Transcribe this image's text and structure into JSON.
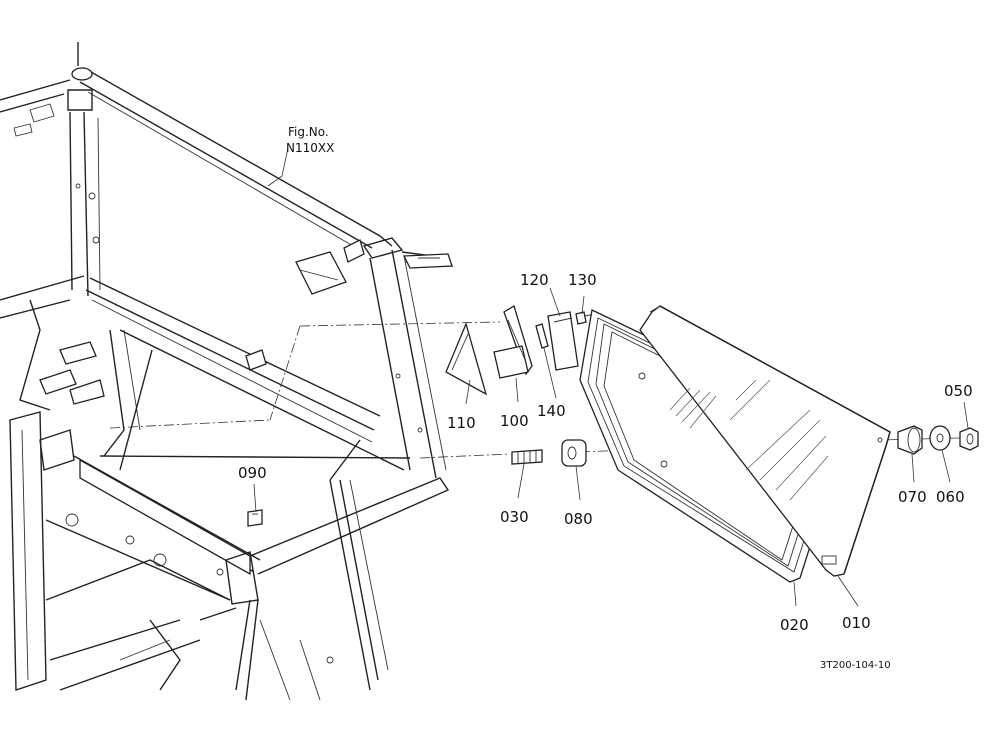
{
  "figure_ref": {
    "line1": "Fig.No.",
    "line2": "N110XX"
  },
  "drawing_code": "3T200-104-10",
  "callouts": {
    "p010": "010",
    "p020": "020",
    "p030": "030",
    "p050": "050",
    "p060": "060",
    "p070": "070",
    "p080": "080",
    "p090": "090",
    "p100": "100",
    "p110": "110",
    "p120": "120",
    "p130": "130",
    "p140": "140"
  }
}
